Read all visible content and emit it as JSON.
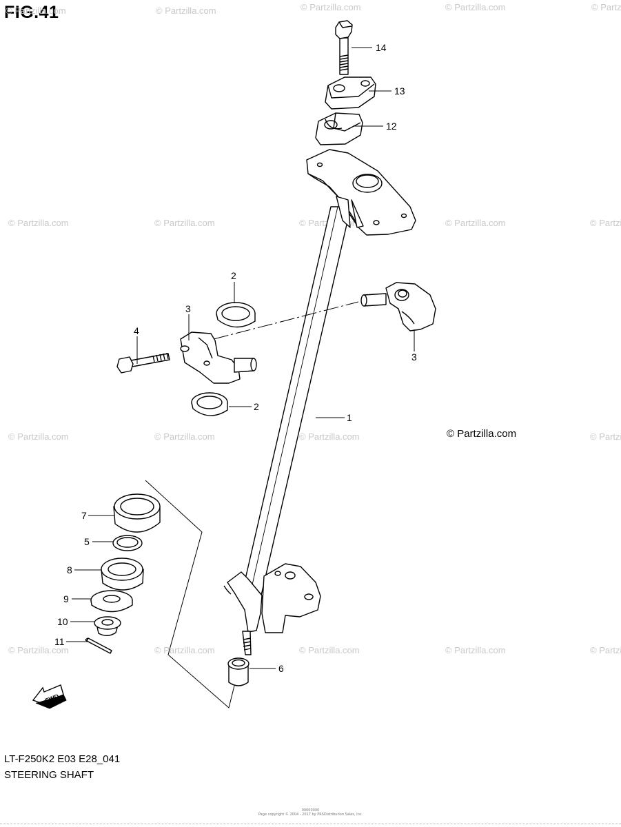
{
  "figure": {
    "title": "FIG.41",
    "code": "LT-F250K2 E03 E28_041",
    "name": "STEERING SHAFT"
  },
  "watermark": {
    "text": "© Partzilla.com",
    "copyright_notice": "© Partzilla.com",
    "fine_print_line1": "00000000",
    "fine_print_line2": "Page copyright © 2004 - 2017 by PRSDistribution Sales, Inc."
  },
  "callouts": {
    "c1": "1",
    "c2a": "2",
    "c2b": "2",
    "c3a": "3",
    "c3b": "3",
    "c4": "4",
    "c5": "5",
    "c6": "6",
    "c7": "7",
    "c8": "8",
    "c9": "9",
    "c10": "10",
    "c11": "11",
    "c12": "12",
    "c13": "13",
    "c14": "14"
  },
  "fwd_arrow": {
    "label": "FWD"
  },
  "colors": {
    "line": "#000000",
    "watermark": "#c8c8c8"
  }
}
